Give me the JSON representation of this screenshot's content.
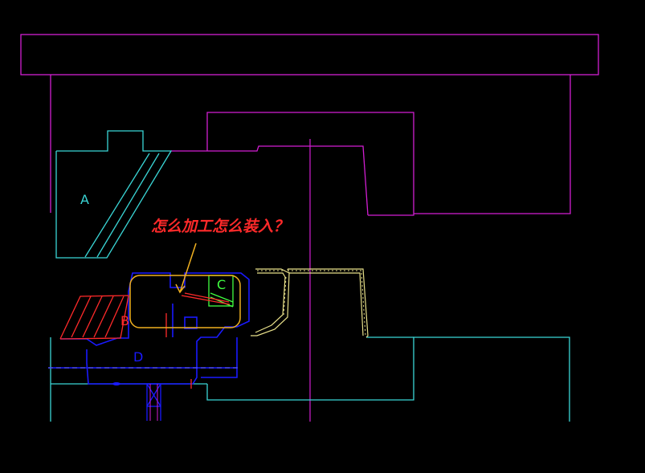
{
  "labels": {
    "part_a": "A",
    "part_b": "B",
    "part_c": "C",
    "part_d": "D"
  },
  "annotation": {
    "question": "怎么加工怎么装入？"
  },
  "colors": {
    "background": "#000000",
    "magenta": "#d21ed2",
    "cyan": "#3ad6d6",
    "blue": "#1a1aff",
    "red": "#ff2a2a",
    "yellow": "#e8e08a",
    "orange": "#f0b020",
    "green": "#40ff40"
  }
}
